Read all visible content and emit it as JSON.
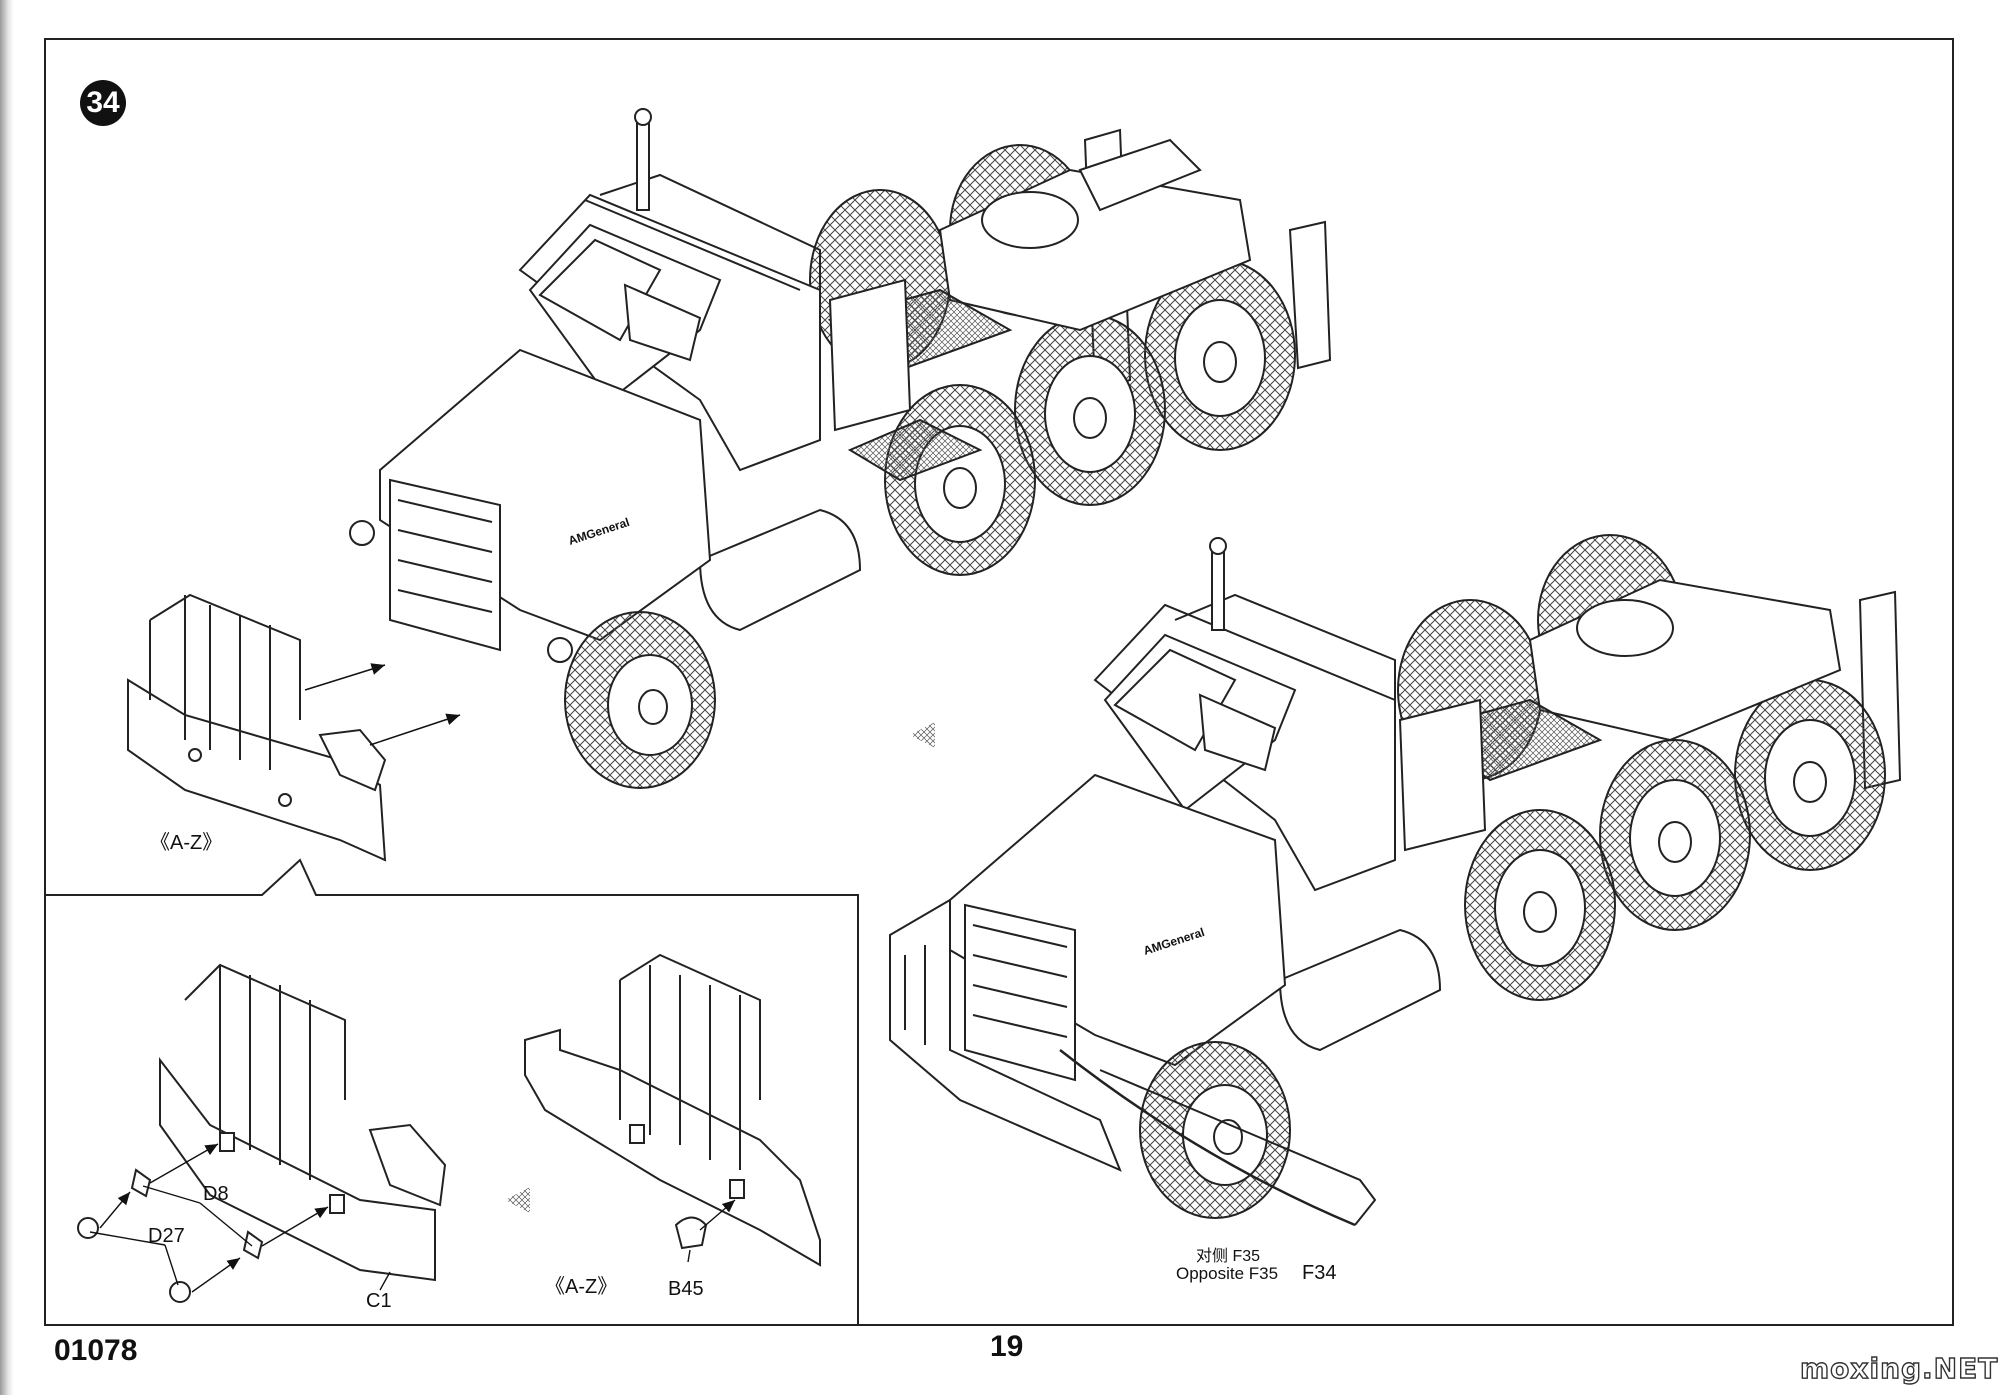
{
  "step": {
    "number": "34"
  },
  "callouts": {
    "top_marker": "《A-Z》",
    "inset_marker": "《A-Z》",
    "part_d8": "D8",
    "part_d27": "D27",
    "part_c1": "C1",
    "part_b45": "B45",
    "opposite_cn": "对侧 F35",
    "opposite_en": "Opposite F35",
    "part_f34": "F34"
  },
  "footer": {
    "doc_number": "01078",
    "page_number": "19"
  },
  "vehicle": {
    "brand_text": "AMGeneral"
  },
  "watermark": {
    "text": "moxing.NET"
  }
}
